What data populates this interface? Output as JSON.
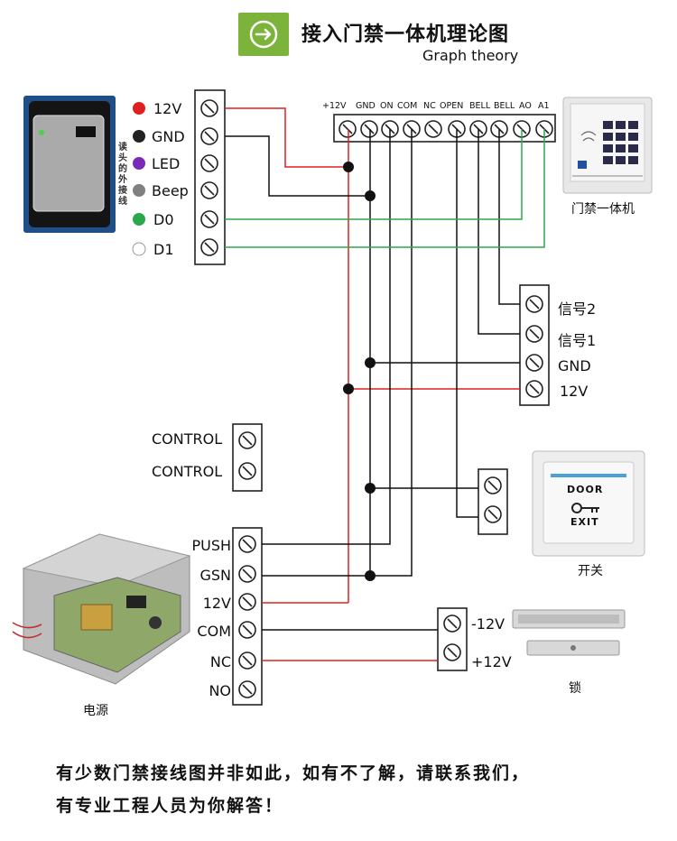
{
  "title": {
    "cn": "接入门禁一体机理论图",
    "en": "Graph theory"
  },
  "reader": {
    "vertical_label": "读头的外接线",
    "wires": [
      {
        "label": "12V",
        "color": "#e02020"
      },
      {
        "label": "GND",
        "color": "#222222"
      },
      {
        "label": "LED",
        "color": "#7a2ab8"
      },
      {
        "label": "Beep",
        "color": "#808080"
      },
      {
        "label": "D0",
        "color": "#2aa84a"
      },
      {
        "label": "D1",
        "color": "#ffffff"
      }
    ]
  },
  "controller": {
    "terminals": [
      "+12V",
      "GND",
      "ON",
      "COM",
      "NC",
      "OPEN",
      "BELL",
      "BELL",
      "AO",
      "A1"
    ],
    "caption": "门禁一体机"
  },
  "signal_block": {
    "labels": [
      "信号2",
      "信号1",
      "GND",
      "12V"
    ]
  },
  "control_block": {
    "labels": [
      "CONTROL",
      "CONTROL"
    ]
  },
  "exit_switch": {
    "caption": "开关",
    "door_text": "DOOR",
    "exit_text": "EXIT"
  },
  "power_supply": {
    "labels": [
      "PUSH",
      "GSN",
      "12V",
      "COM",
      "NC",
      "NO"
    ],
    "caption": "电源"
  },
  "lock": {
    "labels": [
      "-12V",
      "+12V"
    ],
    "caption": "锁"
  },
  "notes": {
    "line1": "有少数门禁接线图并非如此，如有不了解，请联系我们，",
    "line2": "有专业工程人员为你解答！"
  },
  "colors": {
    "accent": "#7cb33a",
    "red_wire": "#e02020",
    "green_wire": "#2aa84a",
    "black_wire": "#111111"
  }
}
